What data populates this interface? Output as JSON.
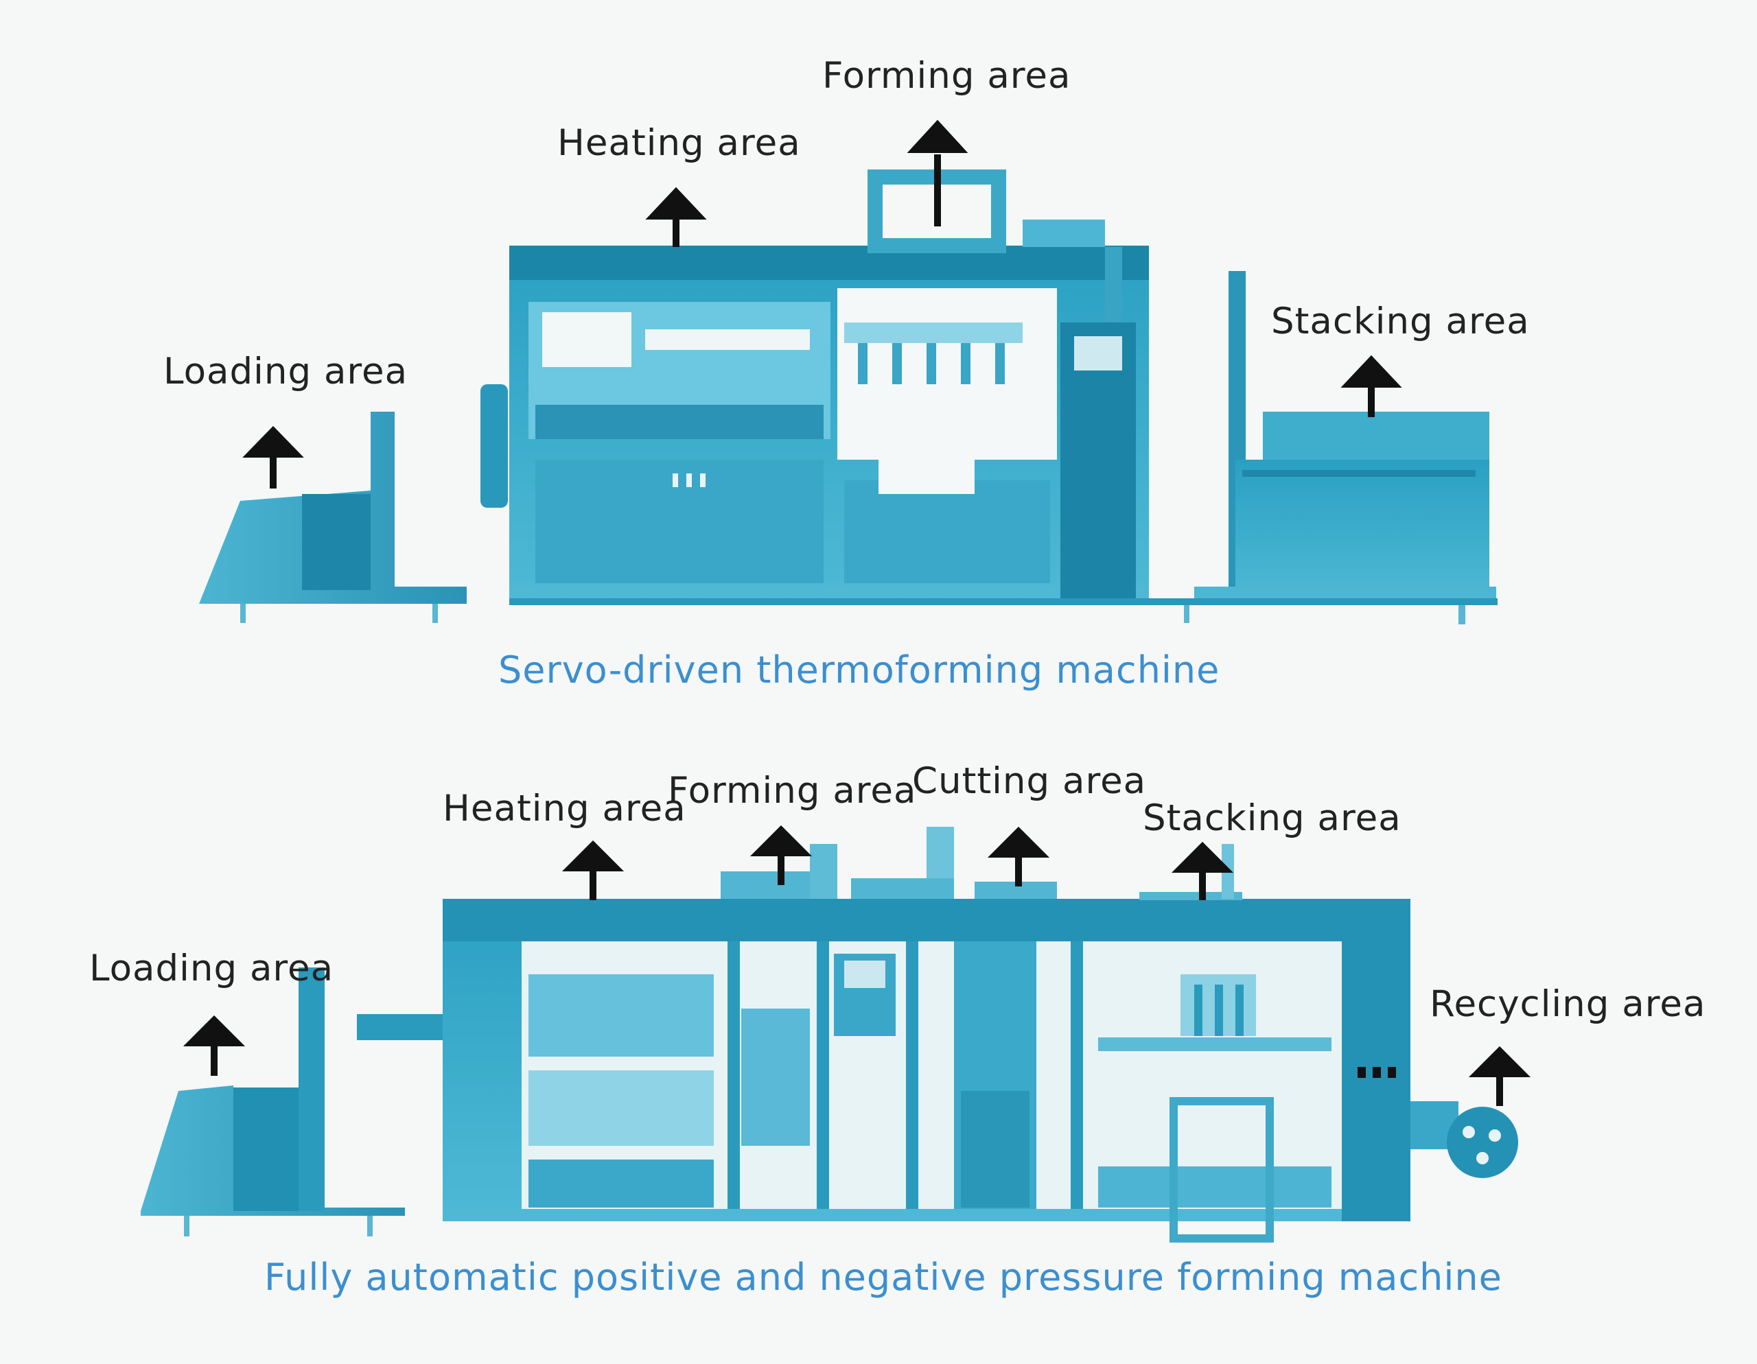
{
  "machines": [
    {
      "caption": "Servo-driven thermoforming machine",
      "areas": {
        "loading": "Loading area",
        "heating": "Heating area",
        "forming": "Forming area",
        "stacking": "Stacking area"
      }
    },
    {
      "caption": "Fully automatic positive and negative pressure forming machine",
      "areas": {
        "loading": "Loading area",
        "heating": "Heating area",
        "forming": "Forming area",
        "cutting": "Cutting area",
        "stacking": "Stacking area",
        "recycling": "Recycling area"
      }
    }
  ],
  "colors": {
    "machine_dark": "#1f8fb0",
    "machine_mid": "#38a9c9",
    "machine_light": "#7fd0e6",
    "caption": "#3b8fd0",
    "arrow": "#111111"
  }
}
